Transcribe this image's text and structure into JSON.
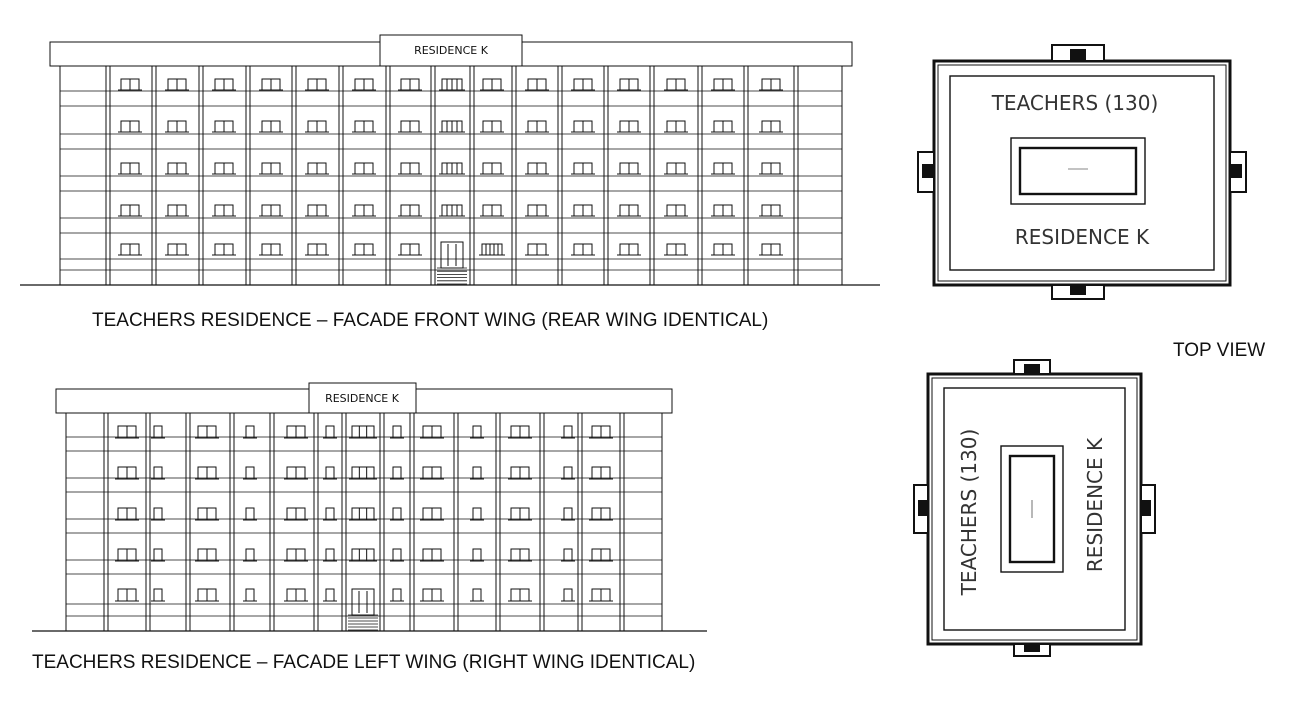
{
  "drawings": {
    "front_facade": {
      "sign_label": "RESIDENCE K",
      "caption": "TEACHERS RESIDENCE – FACADE FRONT WING (REAR WING IDENTICAL)"
    },
    "left_facade": {
      "sign_label": "RESIDENCE K",
      "caption": "TEACHERS RESIDENCE – FACADE LEFT WING (RIGHT WING IDENTICAL)"
    },
    "top_view_label": "TOP VIEW",
    "plan_upper": {
      "label_top": "TEACHERS (130)",
      "label_bottom": "RESIDENCE K"
    },
    "plan_lower": {
      "label_left": "TEACHERS (130)",
      "label_right": "RESIDENCE K"
    }
  },
  "colors": {
    "line": "#111111",
    "background": "#ffffff"
  }
}
